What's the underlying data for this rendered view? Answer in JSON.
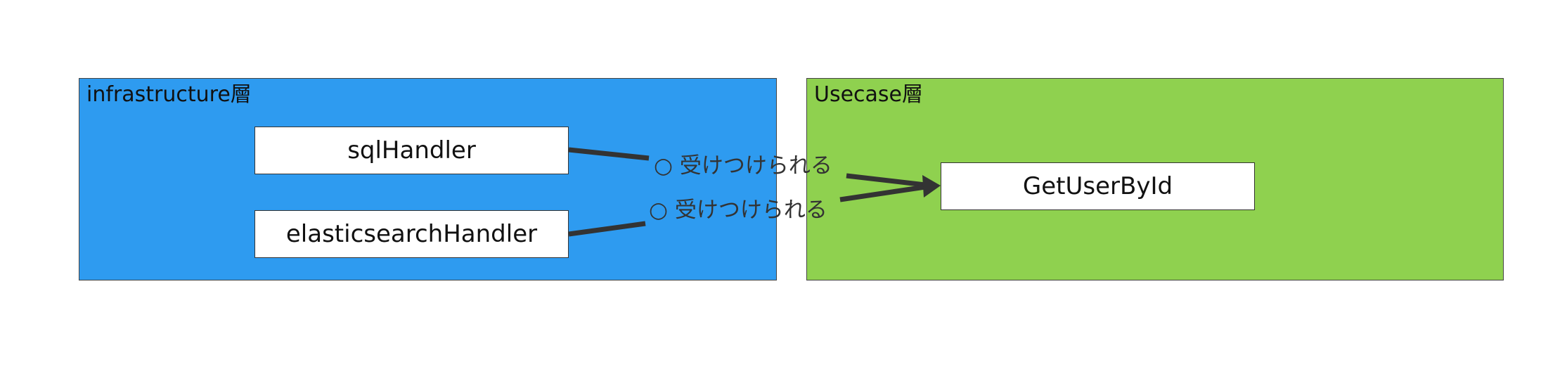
{
  "colors": {
    "infrastructure_fill": "#2e9bf0",
    "usecase_fill": "#8fd14f",
    "node_fill": "#ffffff",
    "connector": "#333333"
  },
  "layers": {
    "infrastructure": {
      "title": "infrastructure層"
    },
    "usecase": {
      "title": "Usecase層"
    }
  },
  "nodes": {
    "sql_handler": "sqlHandler",
    "elasticsearch_handler": "elasticsearchHandler",
    "get_user_by_id": "GetUserById"
  },
  "edges": [
    {
      "from": "sqlHandler",
      "to": "GetUserById",
      "label": "○ 受けつけられる"
    },
    {
      "from": "elasticsearchHandler",
      "to": "GetUserById",
      "label": "○ 受けつけられる"
    }
  ]
}
